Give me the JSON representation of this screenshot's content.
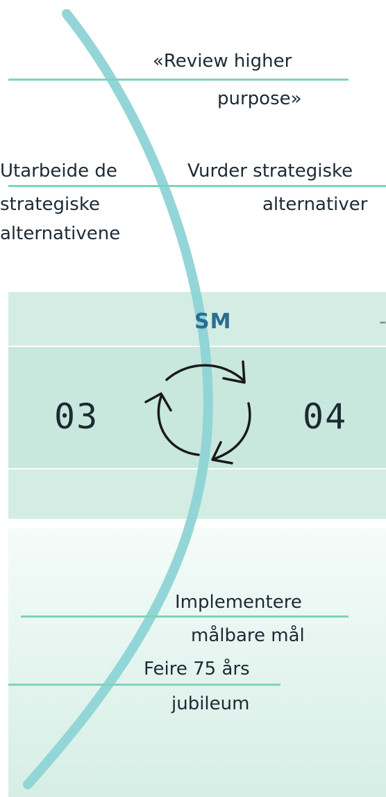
{
  "top": {
    "review_line1": "«Review higher",
    "review_line2": "purpose»"
  },
  "left_text": {
    "line1": "Utarbeide de",
    "line2": "strategiske",
    "line3": "alternativene"
  },
  "right_text": {
    "line1": "Vurder strategiske",
    "line2": "alternativer"
  },
  "band": {
    "label": "SM",
    "dash": "-",
    "left_number": "03",
    "right_number": "04"
  },
  "bottom": {
    "impl_line1": "Implementere",
    "impl_line2": "målbare mål",
    "feire_line1": "Feire 75 års",
    "feire_line2": "jubileum"
  },
  "colors": {
    "arc": "#8ed4d6",
    "rule": "#7fd3b8",
    "band": "#d3ede4",
    "label": "#2a6d93"
  }
}
